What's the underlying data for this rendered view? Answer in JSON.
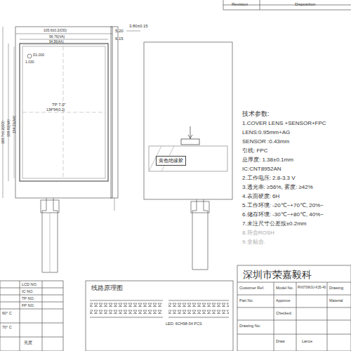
{
  "diagram": {
    "nodes": [
      {
        "text": [
          "黄色绝缘胶"
        ]
      }
    ],
    "labels": [
      "Revision",
      "Disposition",
      "105.6±0.2(OD)",
      "96.76(VA)",
      "94.56(AA)",
      "5.20",
      "6.15",
      "3.80±0.15",
      "D1.000",
      "1.030",
      "TP 7.0\"",
      "138*94(0.2)",
      "163.7±0.2(OD)",
      "159.92(VA)",
      "154.21(AA)",
      "技术参数:",
      "1.COVER LENS +SENSOR+FPC",
      "LENS:0.95mm+AG",
      "SENSOR :0.43mm",
      "引线: FPC",
      "总厚度: 1.38±0.1mm",
      "IC:CNT8952AN",
      "2.工作电压: 2.8-3.3 V",
      "3.透光率: ≥56%, 雾度: ≥42%",
      "4.表面硬度: 6H",
      "5.工作环境: -20℃~+70℃, 20%~",
      "6.储存环境: -30℃~+80℃, 40%~",
      "7.未注尺寸公差按±0.2mm",
      "8.符合ROSH",
      "9.全贴合.",
      "深圳市荣嘉毅科",
      "Customer Ref.",
      "Model No.",
      "RV070WJU-K35-40",
      "Drawing",
      "Part No.",
      "Approve",
      "Material",
      "Checked",
      "Drawing No.",
      "Draw",
      "Lance",
      "LCD NO.",
      "IC NO.",
      "TP NO.",
      "FP NO.",
      "60° C",
      "70° C",
      "亮度",
      "线路原理图",
      "LED: 6CH98-54 PCS"
    ]
  }
}
